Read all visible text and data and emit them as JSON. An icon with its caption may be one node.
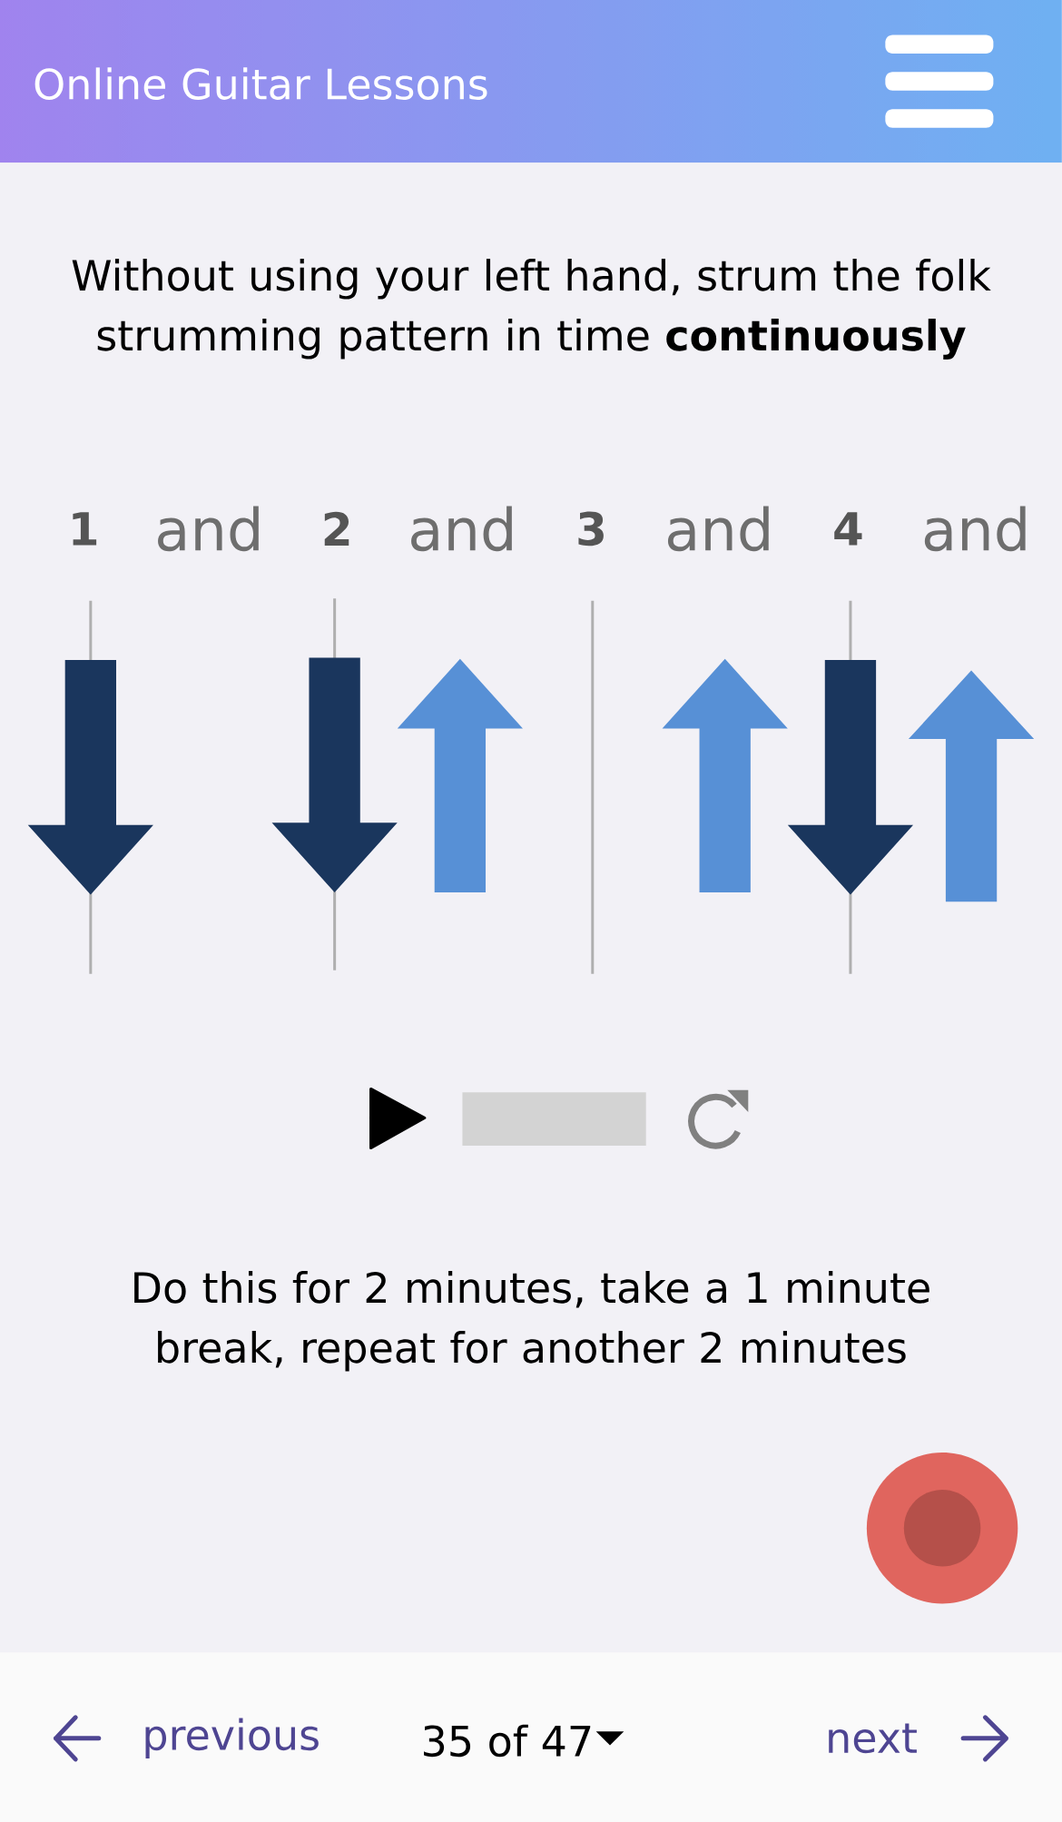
{
  "diagram": {
    "title": "Online Guitar Lessons",
    "labels": [
      "Without using your left hand, strum the folk strumming pattern in time **continuously**",
      "1",
      "and",
      "2",
      "and",
      "3",
      "and",
      "4",
      "and",
      "Do this for 2 minutes, take a 1 minute break, repeat for another 2 minutes",
      "previous",
      "35 of 47",
      "next"
    ]
  }
}
